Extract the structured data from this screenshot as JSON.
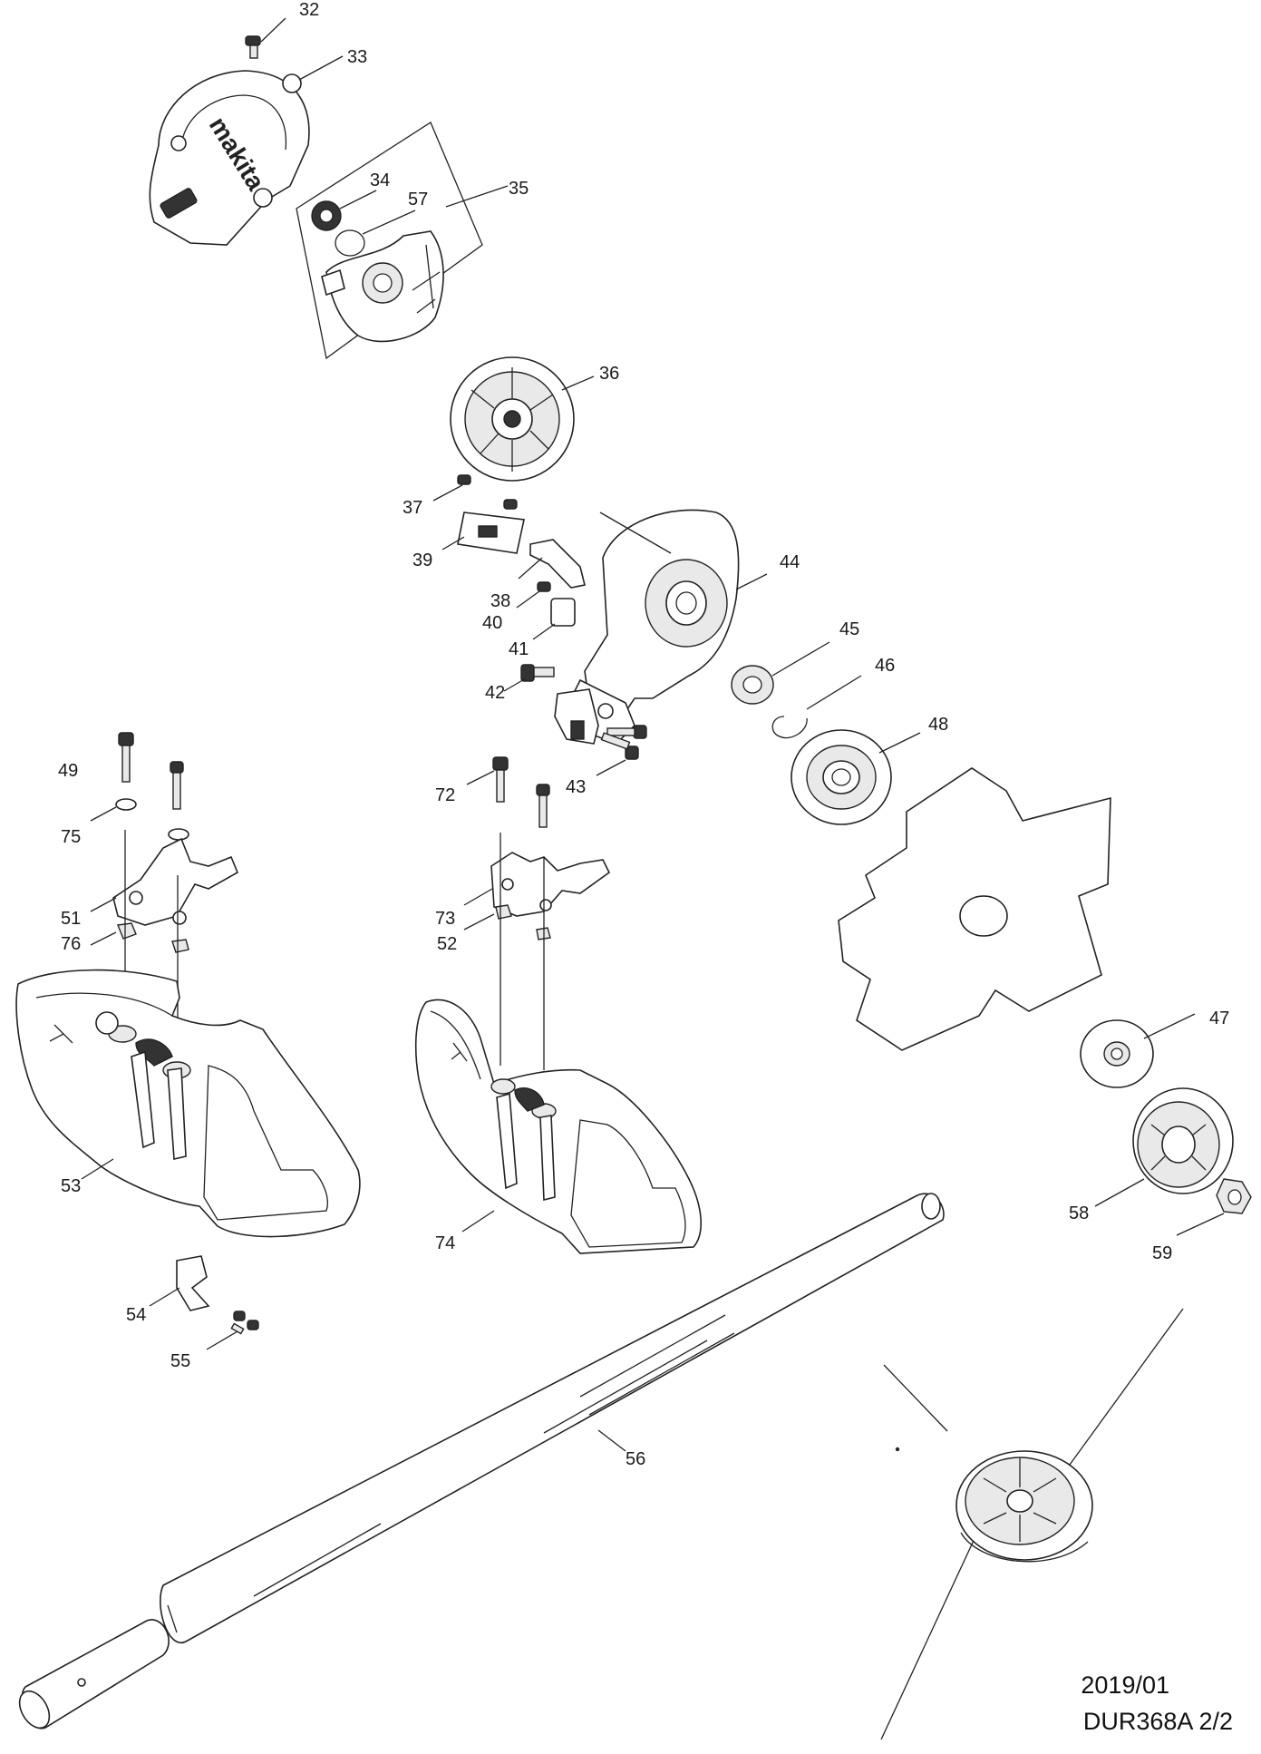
{
  "footer": {
    "date": "2019/01",
    "model": "DUR368A 2/2"
  },
  "parts": [
    {
      "id": "p32",
      "label": "32"
    },
    {
      "id": "p33",
      "label": "33"
    },
    {
      "id": "p34",
      "label": "34"
    },
    {
      "id": "p57",
      "label": "57"
    },
    {
      "id": "p35",
      "label": "35"
    },
    {
      "id": "p36",
      "label": "36"
    },
    {
      "id": "p37",
      "label": "37"
    },
    {
      "id": "p39",
      "label": "39"
    },
    {
      "id": "p38",
      "label": "38"
    },
    {
      "id": "p40",
      "label": "40"
    },
    {
      "id": "p44",
      "label": "44"
    },
    {
      "id": "p41",
      "label": "41"
    },
    {
      "id": "p45",
      "label": "45"
    },
    {
      "id": "p42",
      "label": "42"
    },
    {
      "id": "p46",
      "label": "46"
    },
    {
      "id": "p48",
      "label": "48"
    },
    {
      "id": "p49",
      "label": "49"
    },
    {
      "id": "p72",
      "label": "72"
    },
    {
      "id": "p43",
      "label": "43"
    },
    {
      "id": "p75",
      "label": "75"
    },
    {
      "id": "p51",
      "label": "51"
    },
    {
      "id": "p73",
      "label": "73"
    },
    {
      "id": "p76",
      "label": "76"
    },
    {
      "id": "p52",
      "label": "52"
    },
    {
      "id": "p47",
      "label": "47"
    },
    {
      "id": "p53",
      "label": "53"
    },
    {
      "id": "p58",
      "label": "58"
    },
    {
      "id": "p74",
      "label": "74"
    },
    {
      "id": "p59",
      "label": "59"
    },
    {
      "id": "p54",
      "label": "54"
    },
    {
      "id": "p55",
      "label": "55"
    },
    {
      "id": "p56",
      "label": "56"
    }
  ]
}
